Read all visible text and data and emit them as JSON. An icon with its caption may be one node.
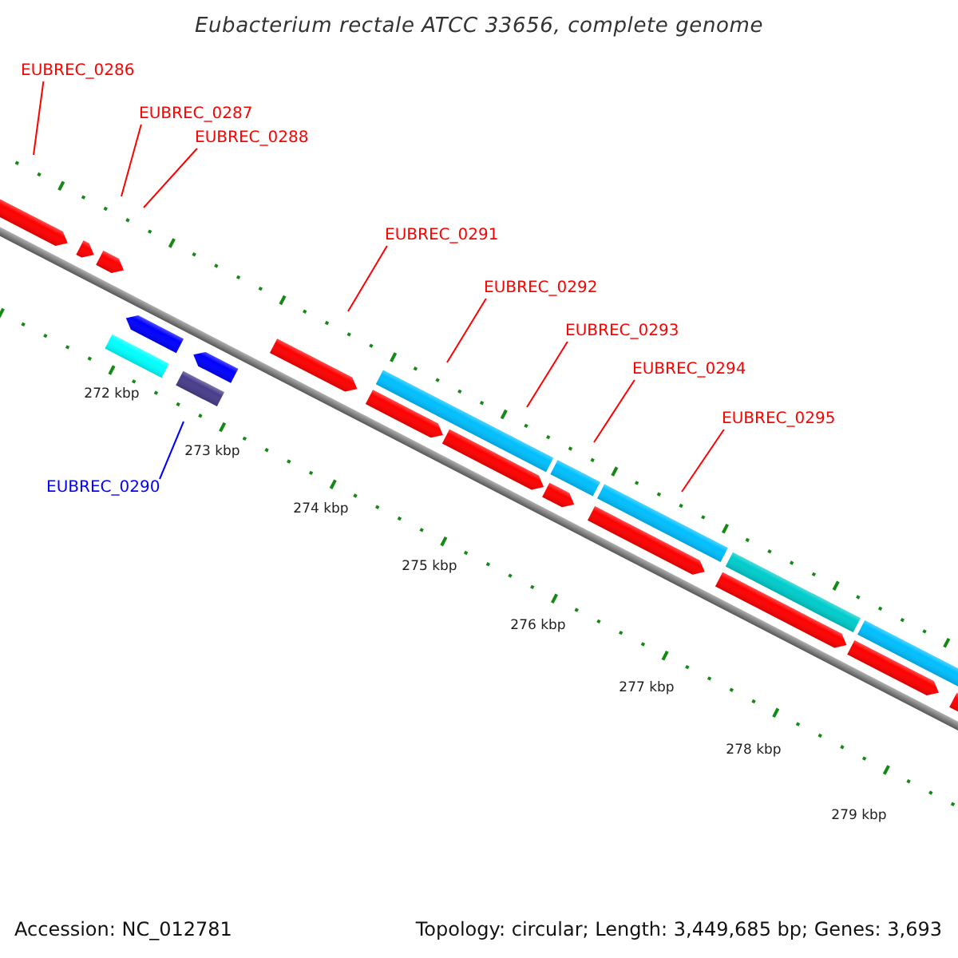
{
  "diagram": {
    "title": "Eubacterium rectale ATCC 33656, complete genome",
    "nodes": [
      {
        "text": [
          "EUBREC_0286"
        ]
      },
      {
        "text": [
          "EUBREC_0287"
        ]
      },
      {
        "text": [
          "EUBREC_0288"
        ]
      },
      {
        "text": [
          "EUBREC_0291"
        ]
      },
      {
        "text": [
          "EUBREC_0292"
        ]
      },
      {
        "text": [
          "EUBREC_0293"
        ]
      },
      {
        "text": [
          "EUBREC_0294"
        ]
      },
      {
        "text": [
          "EUBREC_0295"
        ]
      },
      {
        "text": [
          "EUBREC_0290"
        ]
      }
    ],
    "edges": [
      {
        "from": 0,
        "to": null,
        "arrow": "none"
      },
      {
        "from": 1,
        "to": null,
        "arrow": "none"
      },
      {
        "from": 2,
        "to": null,
        "arrow": "none"
      },
      {
        "from": 3,
        "to": null,
        "arrow": "none"
      },
      {
        "from": 4,
        "to": null,
        "arrow": "none"
      },
      {
        "from": 5,
        "to": null,
        "arrow": "none"
      },
      {
        "from": 6,
        "to": null,
        "arrow": "none"
      },
      {
        "from": 7,
        "to": null,
        "arrow": "none"
      },
      {
        "from": 8,
        "to": null,
        "arrow": "none",
        "color": "#0000ff"
      }
    ],
    "labels": [
      "272 kbp",
      "273 kbp",
      "274 kbp",
      "275 kbp",
      "276 kbp",
      "277 kbp",
      "278 kbp",
      "279 kbp",
      "Accession: NC_012781",
      "Topology: circular; Length: 3,449,685 bp; Genes: 3,693"
    ]
  }
}
